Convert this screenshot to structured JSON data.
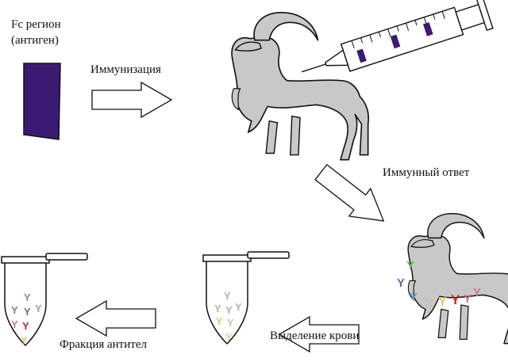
{
  "labels": {
    "antigen_line1": "Fc регион",
    "antigen_line2": "(антиген)",
    "immunization": "Иммунизация",
    "immune_response": "Иммунный ответ",
    "blood_isolation": "Выделение крови",
    "antibody_fraction": "Фракция антител"
  },
  "colors": {
    "antigen": "#3b1a73",
    "goat_fill": "#c8c8c8",
    "outline": "#111111",
    "blood": "#7a3a2a",
    "antibody_fraction": "#f4c9b8",
    "antibody_palette": [
      "#6fb35a",
      "#7d5aa6",
      "#5fa8c8",
      "#c0c0c0",
      "#d8cf6a",
      "#c9788f",
      "#c22a2a",
      "#5a8aa8"
    ]
  }
}
